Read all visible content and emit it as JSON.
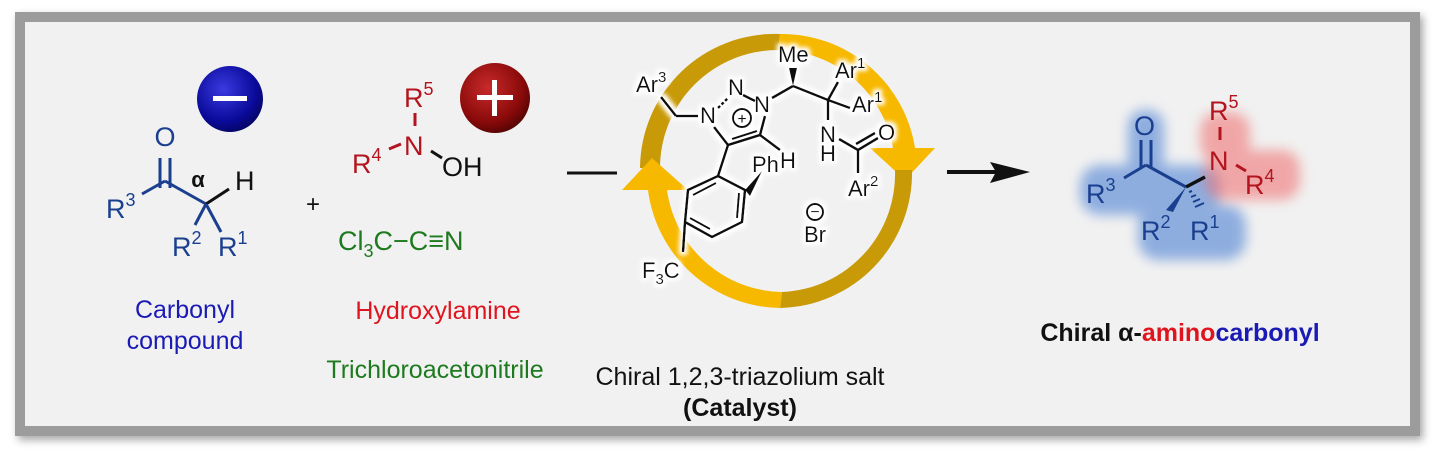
{
  "colors": {
    "carbonyl_blue": "#1a3f8f",
    "label_blue": "#1a1ab4",
    "amine_red": "#b3141e",
    "label_red": "#e0141e",
    "nitrile_green": "#1e7a1e",
    "cycle_gold_light": "#f7b800",
    "cycle_gold_dark": "#c99a08",
    "nucleophile_badge": "#0a0a9a",
    "electrophile_badge": "#8a0a0a",
    "frame_border": "#9c9c9c",
    "background": "#f1f1f1"
  },
  "reactants": {
    "carbonyl": {
      "atoms": {
        "O": "O",
        "H": "H",
        "alpha": "α",
        "R3": "R",
        "R3_sup": "3",
        "R2": "R",
        "R2_sup": "2",
        "R1": "R",
        "R1_sup": "1"
      },
      "badge_symbol": "−",
      "badge_meaning": "nucleophile",
      "label_line1": "Carbonyl",
      "label_line2": "compound"
    },
    "plus_sign": "+",
    "hydroxylamine": {
      "atoms": {
        "R5": "R",
        "R5_sup": "5",
        "N": "N",
        "R4": "R",
        "R4_sup": "4",
        "OH": "OH"
      },
      "badge_symbol": "+",
      "badge_meaning": "electrophile",
      "label": "Hydroxylamine"
    },
    "nitrile": {
      "formula_cl": "Cl",
      "formula_sub": "3",
      "formula_rest": "C−C≡N",
      "label": "Trichloroacetonitrile"
    }
  },
  "catalyst": {
    "atoms": {
      "Ar3": "Ar",
      "Ar3_sup": "3",
      "N1": "N",
      "N2": "N",
      "N3": "N",
      "charge": "+",
      "H": "H",
      "Me": "Me",
      "Ar1a": "Ar",
      "Ar1a_sup": "1",
      "Ar1b": "Ar",
      "Ar1b_sup": "1",
      "NH_N": "N",
      "NH_H": "H",
      "O": "O",
      "Ar2": "Ar",
      "Ar2_sup": "2",
      "Ph": "Ph",
      "Br": "Br",
      "Br_charge": "−",
      "F3C_F": "F",
      "F3C_sub": "3",
      "F3C_C": "C"
    },
    "label_line1": "Chiral 1,2,3-triazolium salt",
    "label_line2": "(Catalyst)"
  },
  "product": {
    "atoms": {
      "O": "O",
      "R3": "R",
      "R3_sup": "3",
      "N": "N",
      "R5": "R",
      "R5_sup": "5",
      "R4": "R",
      "R4_sup": "4",
      "R2": "R",
      "R2_sup": "2",
      "R1": "R",
      "R1_sup": "1"
    },
    "label_prefix": "Chiral α-",
    "label_amino": "amino",
    "label_carbonyl": "carbonyl"
  }
}
